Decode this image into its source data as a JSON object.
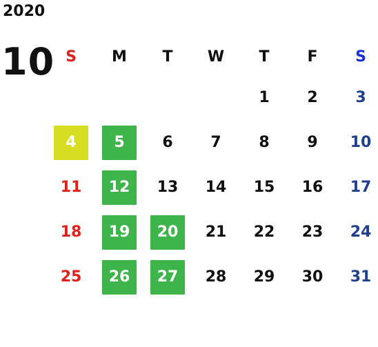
{
  "year": "2020",
  "month": "10",
  "weekday_headers": [
    {
      "label": "S",
      "color": "#e0201b"
    },
    {
      "label": "M",
      "color": "#111111"
    },
    {
      "label": "T",
      "color": "#111111"
    },
    {
      "label": "W",
      "color": "#111111"
    },
    {
      "label": "T",
      "color": "#111111"
    },
    {
      "label": "F",
      "color": "#111111"
    },
    {
      "label": "S",
      "color": "#1a2fd9"
    }
  ],
  "colors": {
    "sunday": "#e0201b",
    "saturday": "#1f3f8f",
    "weekday": "#111111",
    "highlight_green": "#3db54a",
    "highlight_yellow": "#d7de1f"
  },
  "weeks": [
    [
      null,
      null,
      null,
      null,
      {
        "day": "1"
      },
      {
        "day": "2"
      },
      {
        "day": "3"
      }
    ],
    [
      {
        "day": "4",
        "mark": "yellow"
      },
      {
        "day": "5",
        "mark": "green"
      },
      {
        "day": "6"
      },
      {
        "day": "7"
      },
      {
        "day": "8"
      },
      {
        "day": "9"
      },
      {
        "day": "10"
      }
    ],
    [
      {
        "day": "11"
      },
      {
        "day": "12",
        "mark": "green"
      },
      {
        "day": "13"
      },
      {
        "day": "14"
      },
      {
        "day": "15"
      },
      {
        "day": "16"
      },
      {
        "day": "17"
      }
    ],
    [
      {
        "day": "18"
      },
      {
        "day": "19",
        "mark": "green"
      },
      {
        "day": "20",
        "mark": "green"
      },
      {
        "day": "21"
      },
      {
        "day": "22"
      },
      {
        "day": "23"
      },
      {
        "day": "24"
      }
    ],
    [
      {
        "day": "25"
      },
      {
        "day": "26",
        "mark": "green"
      },
      {
        "day": "27",
        "mark": "green"
      },
      {
        "day": "28"
      },
      {
        "day": "29"
      },
      {
        "day": "30"
      },
      {
        "day": "31"
      }
    ]
  ]
}
